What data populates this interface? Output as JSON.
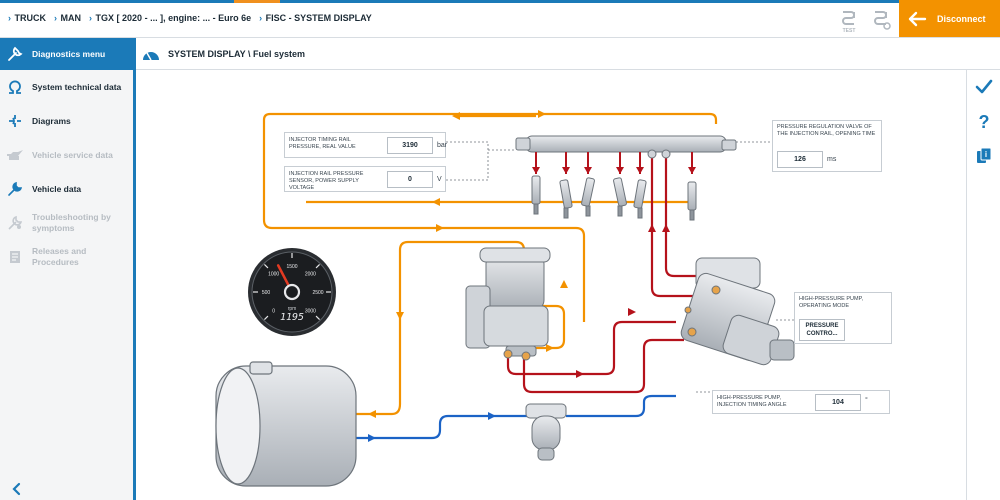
{
  "breadcrumb": [
    "TRUCK",
    "MAN",
    "TGX [ 2020 - ... ], engine: ... - Euro 6e",
    "FISC - SYSTEM DISPLAY"
  ],
  "topbar": {
    "test_label": "TEST",
    "disconnect_label": "Disconnect"
  },
  "sidebar": {
    "items": [
      {
        "label": "Diagnostics menu",
        "state": "active"
      },
      {
        "label": "System technical data",
        "state": "normal"
      },
      {
        "label": "Diagrams",
        "state": "normal"
      },
      {
        "label": "Vehicle service data",
        "state": "disabled"
      },
      {
        "label": "Vehicle data",
        "state": "normal"
      },
      {
        "label": "Troubleshooting by symptoms",
        "state": "disabled"
      },
      {
        "label": "Releases and Procedures",
        "state": "disabled"
      }
    ]
  },
  "content": {
    "title": "SYSTEM DISPLAY \\ Fuel system"
  },
  "params": {
    "rail_pressure": {
      "label": "INJECTOR TIMING RAIL PRESSURE, REAL VALUE",
      "value": "3190",
      "unit": "bar"
    },
    "sensor_voltage": {
      "label": "INJECTION RAIL PRESSURE SENSOR, POWER SUPPLY VOLTAGE",
      "value": "0",
      "unit": "V"
    },
    "regulation_valve": {
      "label": "PRESSURE REGULATION VALVE OF THE INJECTION RAIL, OPENING TIME",
      "value": "126",
      "unit": "ms"
    },
    "pump_mode": {
      "label": "HIGH-PRESSURE PUMP, OPERATING MODE",
      "value": "PRESSURE CONTRO..."
    },
    "pump_angle": {
      "label": "HIGH-PRESSURE PUMP, INJECTION TIMING ANGLE",
      "value": "104",
      "unit": "°"
    }
  },
  "gauge": {
    "value": 1195,
    "readout": "1195",
    "unit": "rpm",
    "max": 3000,
    "ticks": [
      "0",
      "500",
      "1000",
      "1500",
      "2000",
      "2500",
      "3000"
    ]
  },
  "colors": {
    "accent": "#1b7ab8",
    "orange": "#f39200",
    "red": "#b5121b",
    "blue": "#1b63c6"
  }
}
